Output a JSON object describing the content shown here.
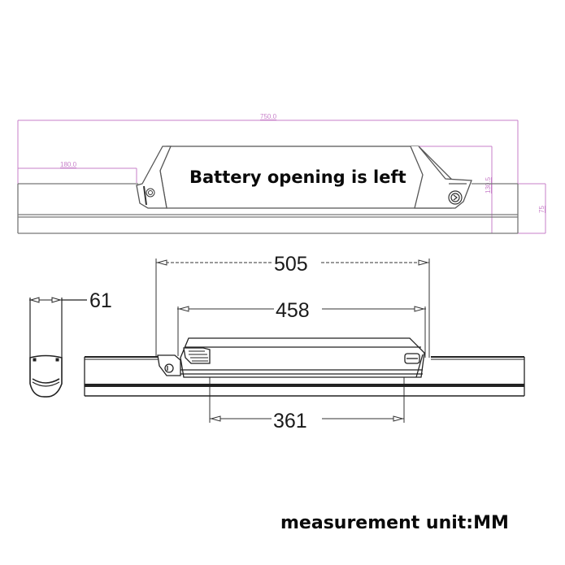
{
  "top_view": {
    "annotation": "Battery opening is left",
    "dimensions": {
      "overall_length": "750.0",
      "left_offset": "180.0",
      "battery_height": "130.5",
      "tube_height": "75"
    },
    "dimension_color": "#c77fc9"
  },
  "side_view": {
    "dimensions": {
      "width": "61",
      "mount_length": "505",
      "battery_length": "458",
      "rail_length": "361"
    }
  },
  "footer": {
    "caption": "measurement unit:MM"
  }
}
